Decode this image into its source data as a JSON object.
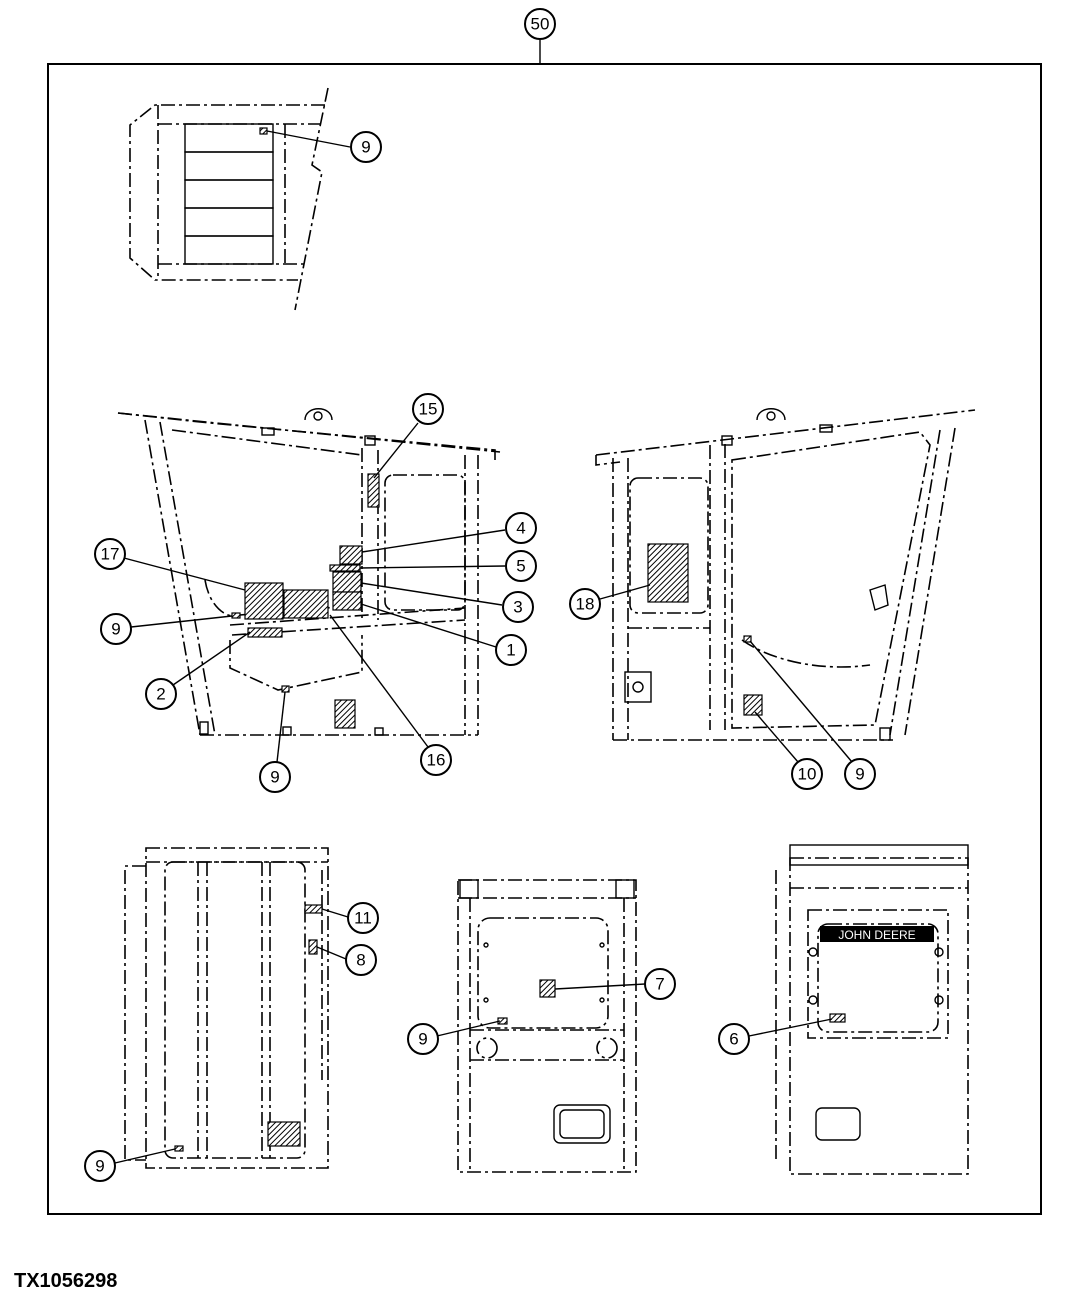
{
  "figure": {
    "assembly_callout": "50",
    "figure_id": "TX1056298"
  },
  "views": [
    {
      "name": "top-view",
      "callouts": [
        "9"
      ]
    },
    {
      "name": "left-side-interior-view",
      "callouts": [
        "15",
        "4",
        "5",
        "3",
        "1",
        "17",
        "9",
        "2",
        "16",
        "9"
      ]
    },
    {
      "name": "right-side-interior-view",
      "callouts": [
        "18",
        "9",
        "10"
      ]
    },
    {
      "name": "left-rear-view",
      "callouts": [
        "11",
        "8",
        "9"
      ]
    },
    {
      "name": "rear-view",
      "callouts": [
        "7",
        "9"
      ]
    },
    {
      "name": "front-view",
      "callouts": [
        "6"
      ],
      "brand_label": "JOHN DEERE"
    }
  ]
}
